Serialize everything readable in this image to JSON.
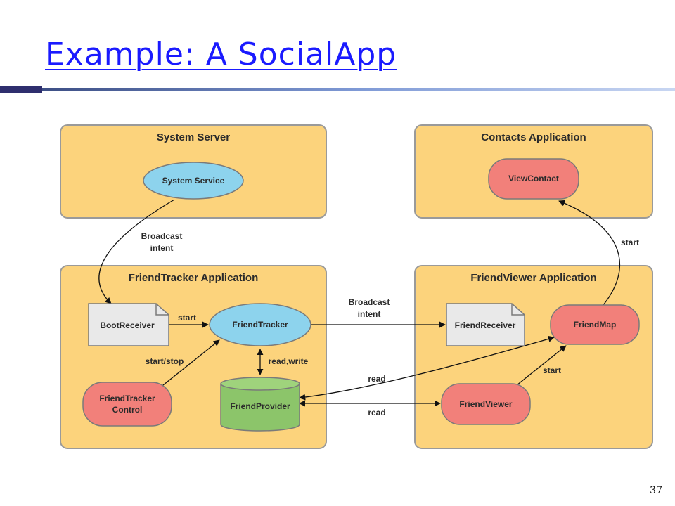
{
  "slide": {
    "title": "Example: A SocialApp",
    "page_number": "37"
  },
  "containers": {
    "system_server": "System Server",
    "contacts_app": "Contacts Application",
    "friendtracker_app": "FriendTracker Application",
    "friendviewer_app": "FriendViewer Application"
  },
  "nodes": {
    "system_service": "System Service",
    "view_contact": "ViewContact",
    "boot_receiver": "BootReceiver",
    "friend_tracker": "FriendTracker",
    "friend_tracker_control_line1": "FriendTracker",
    "friend_tracker_control_line2": "Control",
    "friend_provider": "FriendProvider",
    "friend_receiver": "FriendReceiver",
    "friend_map": "FriendMap",
    "friend_viewer": "FriendViewer"
  },
  "edges": {
    "broadcast_intent_1_line1": "Broadcast",
    "broadcast_intent_1_line2": "intent",
    "broadcast_intent_2_line1": "Broadcast",
    "broadcast_intent_2_line2": "intent",
    "start_boot": "start",
    "start_stop": "start/stop",
    "read_write": "read,write",
    "read_map": "read",
    "read_viewer": "read",
    "start_viewer": "start",
    "start_contact": "start"
  },
  "colors": {
    "title": "#1a1aff",
    "container_fill": "#fcd37c",
    "service_fill": "#8dd3ed",
    "activity_fill": "#f2807a",
    "provider_fill": "#8cc56a",
    "receiver_fill": "#e9e9e9"
  }
}
